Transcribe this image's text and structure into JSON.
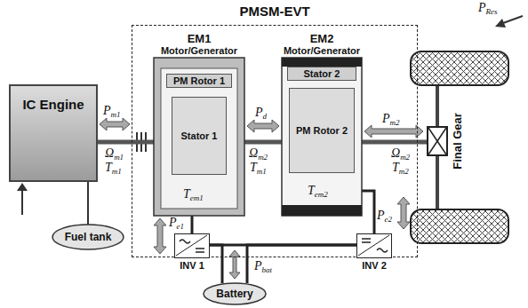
{
  "diagram": {
    "nodes": [
      {
        "text": [
          "PMSM-EVT"
        ]
      },
      {
        "text": [
          "IC Engine"
        ]
      },
      {
        "text": [
          "Fuel tank"
        ]
      },
      {
        "text": [
          "EM1",
          "Motor/Generator"
        ],
        "in": 0
      },
      {
        "text": [
          "PM Rotor 1"
        ],
        "in": 3
      },
      {
        "text": [
          "Stator 1"
        ],
        "in": 3
      },
      {
        "text": [
          "EM2",
          "Motor/Generator"
        ],
        "in": 0
      },
      {
        "text": [
          "Stator 2"
        ],
        "in": 6
      },
      {
        "text": [
          "PM Rotor 2"
        ],
        "in": 6
      },
      {
        "text": [
          "INV 1"
        ],
        "in": 0
      },
      {
        "text": [
          "INV 2"
        ],
        "in": 0
      },
      {
        "text": [
          "Battery"
        ]
      },
      {
        "text": [
          "Final Gear"
        ]
      }
    ],
    "edges": [
      {
        "from": 2,
        "to": 1,
        "arrow": "none"
      },
      {
        "from": 1,
        "to": 3,
        "arrow": "none"
      },
      {
        "from": 3,
        "to": 6,
        "arrow": "none"
      },
      {
        "from": 6,
        "to": 12,
        "arrow": "none"
      },
      {
        "from": 9,
        "to": 3,
        "arrow": "none"
      },
      {
        "from": 10,
        "to": 6,
        "arrow": "none"
      },
      {
        "from": 9,
        "to": 10,
        "arrow": "none"
      },
      {
        "from": 11,
        "to": 9,
        "arrow": "none"
      },
      {
        "from": 11,
        "to": 10,
        "arrow": "none"
      }
    ],
    "labels": [
      "Pm1",
      "Ωm1",
      "Tm1",
      "Tem1",
      "Pe1",
      "Pd",
      "Ωm2",
      "Tm1",
      "Tem2",
      "Pe2",
      "Pm2",
      "Ωm2",
      "Tm2",
      "Pbat",
      "PRes"
    ]
  }
}
